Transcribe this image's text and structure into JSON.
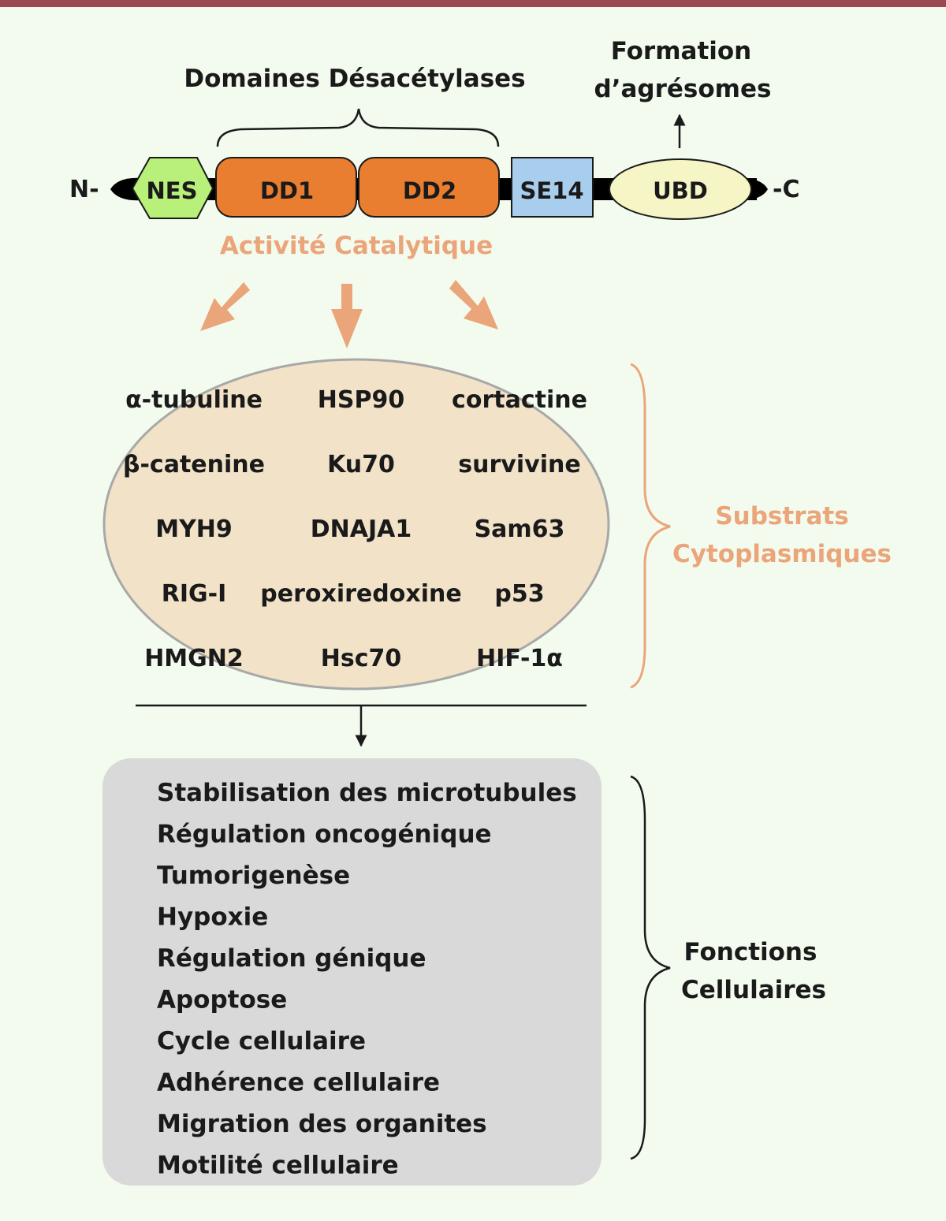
{
  "protein": {
    "n_terminus": "N-",
    "c_terminus": "-C",
    "domains": {
      "nes": "NES",
      "dd1": "DD1",
      "dd2": "DD2",
      "se14": "SE14",
      "ubd": "UBD"
    },
    "deacetylase_label": "Domaines Désacétylases",
    "aggresome_label_line1": "Formation",
    "aggresome_label_line2": "d’agrésomes",
    "catalytic_label": "Activité Catalytique"
  },
  "substrates": {
    "label_line1": "Substrats",
    "label_line2": "Cytoplasmiques",
    "rows": [
      [
        "α-tubuline",
        "HSP90",
        "cortactine"
      ],
      [
        "β-catenine",
        "Ku70",
        "survivine"
      ],
      [
        "MYH9",
        "DNAJA1",
        "Sam63"
      ],
      [
        "RIG-I",
        "peroxiredoxine",
        "p53"
      ],
      [
        "HMGN2",
        "Hsc70",
        "HIF-1α"
      ]
    ]
  },
  "functions": {
    "label_line1": "Fonctions",
    "label_line2": "Cellulaires",
    "items": [
      "Stabilisation des microtubules",
      "Régulation oncogénique",
      "Tumorigenèse",
      "Hypoxie",
      "Régulation génique",
      "Apoptose",
      "Cycle cellulaire",
      "Adhérence cellulaire",
      "Migration des organites",
      "Motilité cellulaire"
    ]
  },
  "colors": {
    "background": "#f2fbee",
    "top_bar": "#9b4a52",
    "nes": "#b8f07a",
    "dd": "#e97e30",
    "se14": "#a9cdec",
    "ubd": "#f6f5c6",
    "substrate_ellipse": "#f1e2c8",
    "function_box": "#d9d9d9",
    "accent_peach": "#eba57a"
  }
}
